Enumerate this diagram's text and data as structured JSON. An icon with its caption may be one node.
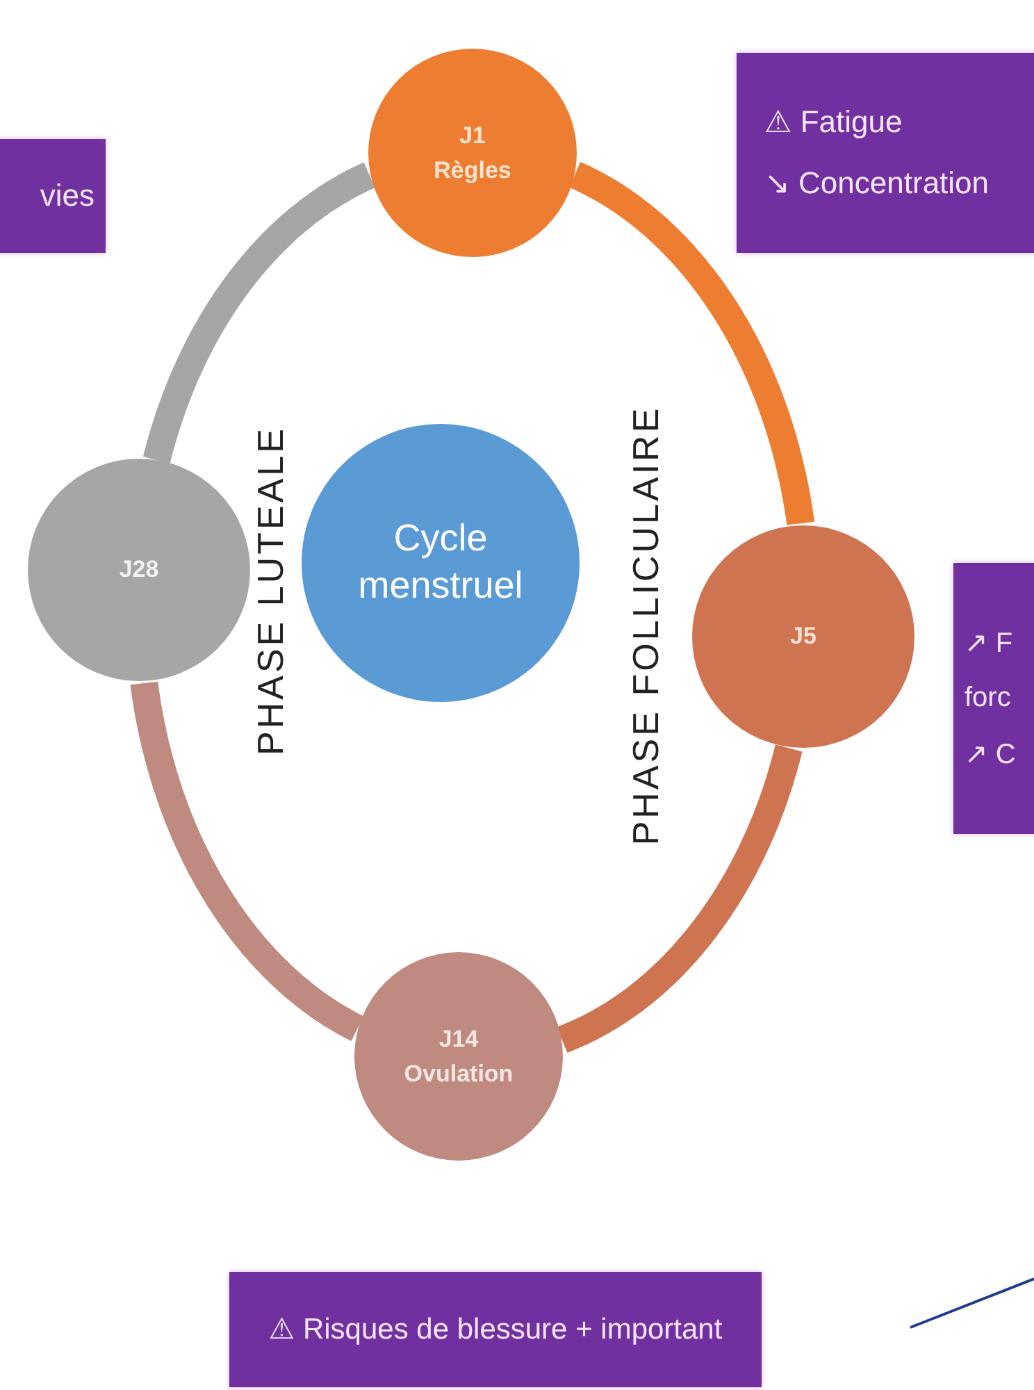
{
  "diagram": {
    "nodes": [
      {
        "text": [
          "vies"
        ]
      },
      {
        "text": [
          "J1",
          "Règles"
        ]
      },
      {
        "text": [
          "⚠ Fatigue",
          "↘ Concentration"
        ]
      },
      {
        "text": [
          "J28"
        ]
      },
      {
        "text": [
          "Cycle menstruel"
        ]
      },
      {
        "text": [
          "J5"
        ]
      },
      {
        "text": [
          "↗ F",
          "forc",
          "↗ C"
        ]
      },
      {
        "text": [
          "J14",
          "Ovulation"
        ]
      },
      {
        "text": [
          "⚠ Risques de blessure + important"
        ]
      }
    ],
    "edges": [
      {
        "from": 1,
        "to": 5,
        "arrow": "none",
        "color": "#ed7d31"
      },
      {
        "from": 5,
        "to": 7,
        "arrow": "none",
        "color": "#cf7450"
      },
      {
        "from": 7,
        "to": 3,
        "arrow": "none",
        "color": "#bf8b80"
      },
      {
        "from": 3,
        "to": 1,
        "arrow": "none",
        "color": "#a6a6a6"
      }
    ],
    "labels": [
      "PHASE LUTEALE",
      "PHASE FOLLICULAIRE"
    ]
  }
}
